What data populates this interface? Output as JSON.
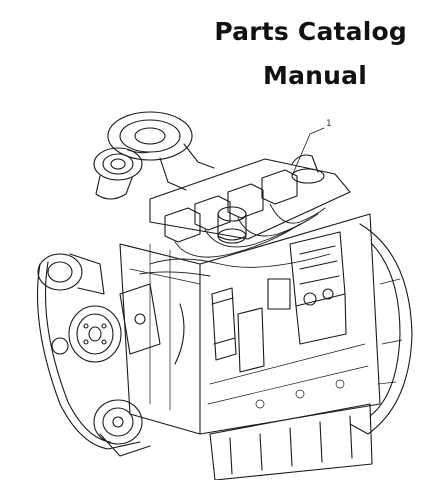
{
  "document": {
    "title_line1": "Parts Catalog",
    "title_line2": "Manual",
    "callout_label": "1"
  },
  "illustration": {
    "subject": "engine-line-drawing",
    "stroke_color": "#1a1a1a",
    "background_color": "#ffffff"
  }
}
